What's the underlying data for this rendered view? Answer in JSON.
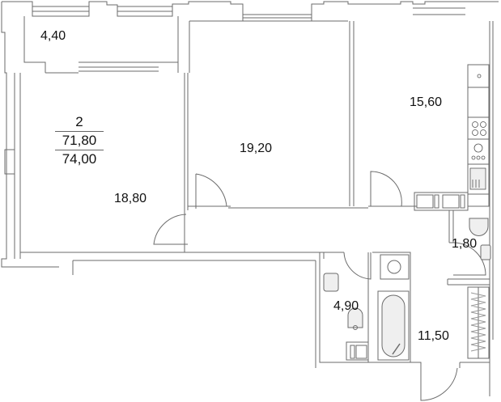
{
  "plan": {
    "apartment": {
      "rooms_count": "2",
      "living_area": "71,80",
      "total_area": "74,00"
    },
    "rooms": [
      {
        "id": "balcony",
        "area": "4,40"
      },
      {
        "id": "living-room",
        "area": "18,80"
      },
      {
        "id": "bedroom",
        "area": "19,20"
      },
      {
        "id": "kitchen",
        "area": "15,60"
      },
      {
        "id": "wc",
        "area": "1,80"
      },
      {
        "id": "bathroom",
        "area": "4,90"
      },
      {
        "id": "hallway",
        "area": "11,50"
      }
    ],
    "colors": {
      "wall_line": "#6b6b6b",
      "fixture_fill": "#efefef",
      "text": "#111111"
    }
  }
}
